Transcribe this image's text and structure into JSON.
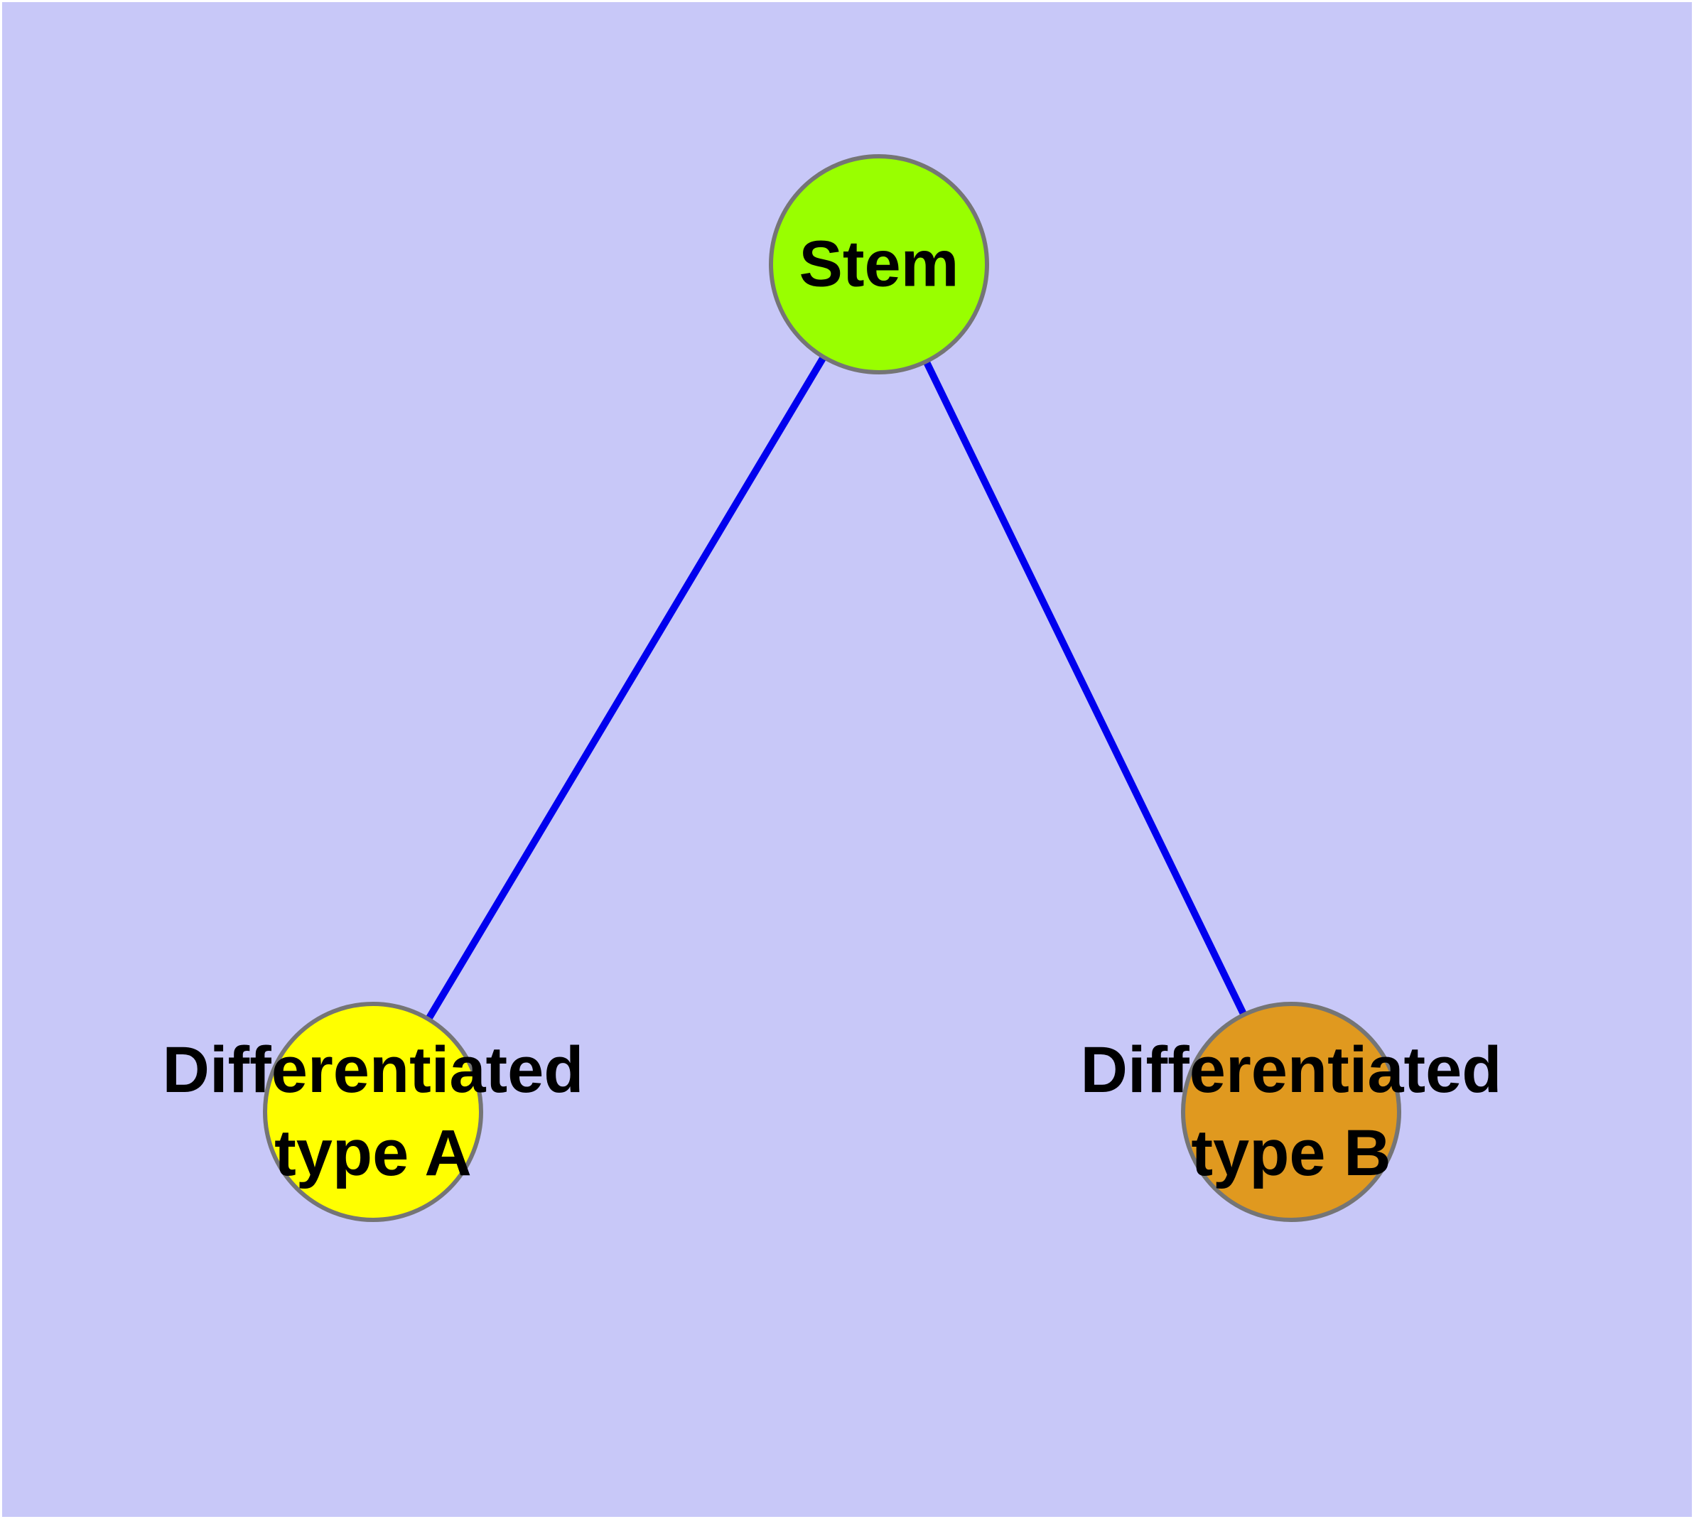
{
  "diagram": {
    "background_color": "#c8c8f8",
    "page_margin_color": "#ffffff",
    "node_border_color": "#757575",
    "edge_color": "#0000ee",
    "nodes": [
      {
        "id": "stem",
        "label": "Stem",
        "fill": "#99ff00"
      },
      {
        "id": "type-a",
        "label": "Differentiated\ntype A",
        "fill": "#ffff00"
      },
      {
        "id": "type-b",
        "label": "Differentiated\ntype B",
        "fill": "#e0991f"
      }
    ],
    "edges": [
      {
        "from": "Stem",
        "to": "Differentiated type A"
      },
      {
        "from": "Stem",
        "to": "Differentiated type B"
      }
    ]
  }
}
